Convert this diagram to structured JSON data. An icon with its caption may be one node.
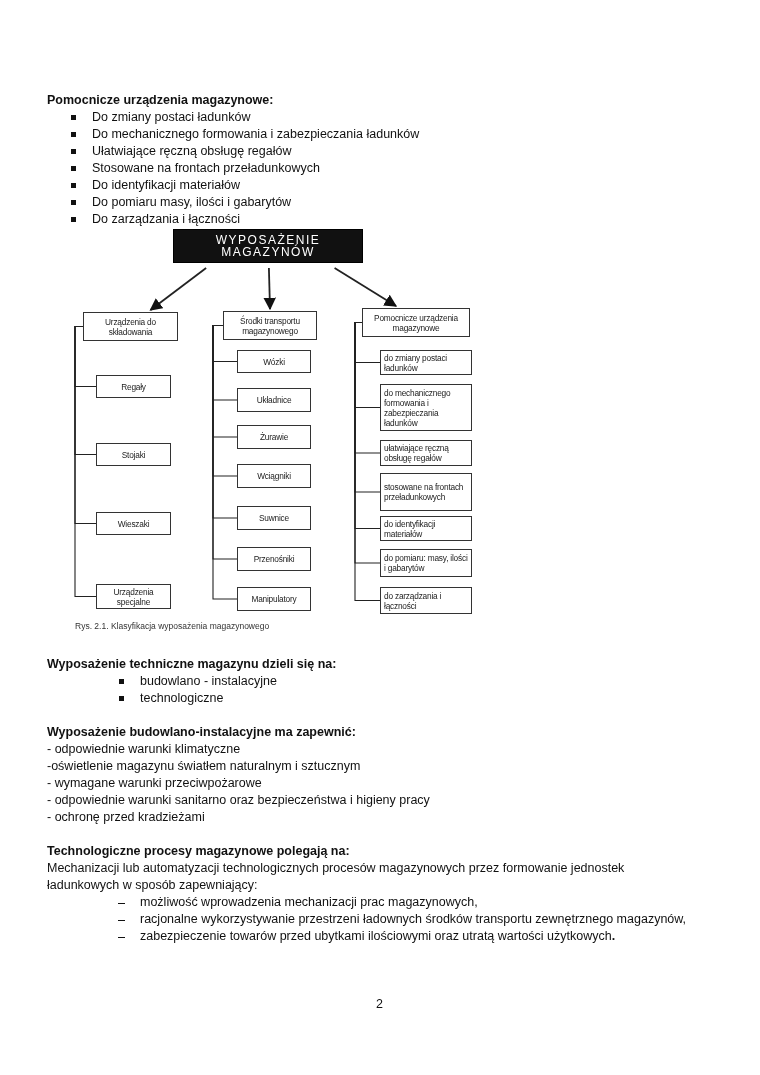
{
  "diagram": {
    "caption": "Rys. 2.1. Klasyfikacja wyposażenia magazynowego",
    "nodes": [
      {
        "text": [
          "WYPOSAŻENIE MAGAZYNÓW"
        ]
      },
      {
        "text": [
          "Urządzenia do składowania"
        ]
      },
      {
        "text": [
          "Regały"
        ]
      },
      {
        "text": [
          "Stojaki"
        ]
      },
      {
        "text": [
          "Wieszaki"
        ]
      },
      {
        "text": [
          "Urządzenia specjalne"
        ]
      },
      {
        "text": [
          "Środki transportu magazynowego"
        ]
      },
      {
        "text": [
          "Wózki"
        ]
      },
      {
        "text": [
          "Układnice"
        ]
      },
      {
        "text": [
          "Żurawie"
        ]
      },
      {
        "text": [
          "Wciągniki"
        ]
      },
      {
        "text": [
          "Suwnice"
        ]
      },
      {
        "text": [
          "Przenośniki"
        ]
      },
      {
        "text": [
          "Manipulatory"
        ]
      },
      {
        "text": [
          "Pomocnicze urządzenia magazynowe"
        ]
      },
      {
        "text": [
          "do zmiany postaci ładunków"
        ]
      },
      {
        "text": [
          "do mechanicznego formowania i zabezpieczania ładunków"
        ]
      },
      {
        "text": [
          "ułatwiające ręczną obsługę regałów"
        ]
      },
      {
        "text": [
          "stosowane na frontach przeładunkowych"
        ]
      },
      {
        "text": [
          "do identyfikacji materiałów"
        ]
      },
      {
        "text": [
          "do pomiaru: masy, ilości i gabarytów"
        ]
      },
      {
        "text": [
          "do zarządzania i łączności"
        ]
      }
    ],
    "edges": [
      {
        "from": 0,
        "to": 1,
        "arrow": "to"
      },
      {
        "from": 0,
        "to": 6,
        "arrow": "to"
      },
      {
        "from": 0,
        "to": 14,
        "arrow": "to"
      },
      {
        "from": 1,
        "to": 2,
        "arrow": "none"
      },
      {
        "from": 1,
        "to": 3,
        "arrow": "none"
      },
      {
        "from": 1,
        "to": 4,
        "arrow": "none"
      },
      {
        "from": 1,
        "to": 5,
        "arrow": "none"
      },
      {
        "from": 6,
        "to": 7,
        "arrow": "none"
      },
      {
        "from": 6,
        "to": 8,
        "arrow": "none"
      },
      {
        "from": 6,
        "to": 9,
        "arrow": "none"
      },
      {
        "from": 6,
        "to": 10,
        "arrow": "none"
      },
      {
        "from": 6,
        "to": 11,
        "arrow": "none"
      },
      {
        "from": 6,
        "to": 12,
        "arrow": "none"
      },
      {
        "from": 6,
        "to": 13,
        "arrow": "none"
      },
      {
        "from": 14,
        "to": 15,
        "arrow": "none"
      },
      {
        "from": 14,
        "to": 16,
        "arrow": "none"
      },
      {
        "from": 14,
        "to": 17,
        "arrow": "none"
      },
      {
        "from": 14,
        "to": 18,
        "arrow": "none"
      },
      {
        "from": 14,
        "to": 19,
        "arrow": "none"
      },
      {
        "from": 14,
        "to": 20,
        "arrow": "none"
      },
      {
        "from": 14,
        "to": 21,
        "arrow": "none"
      }
    ],
    "labels": [
      "Pomocnicze urządzenia magazynowe:",
      "Do zmiany postaci ładunków",
      "Do mechanicznego formowania i zabezpieczania ładunków",
      "Ułatwiające ręczną obsługę regałów",
      "Stosowane na frontach przeładunkowych",
      "Do identyfikacji materiałów",
      "Do pomiaru masy, ilości i gabarytów",
      "Do zarządzania i łączności",
      "Wyposażenie techniczne magazynu dzieli się na:",
      "budowlano - instalacyjne",
      "technologiczne",
      "Wyposażenie budowlano-instalacyjne ma zapewnić:",
      "- odpowiednie warunki klimatyczne",
      "-oświetlenie magazynu światłem naturalnym i sztucznym",
      "- wymagane warunki przeciwpożarowe",
      "- odpowiednie warunki sanitarno oraz bezpieczeństwa i higieny pracy",
      "- ochronę przed kradzieżami",
      "Technologiczne procesy magazynowe polegają na:",
      "Mechanizacji lub automatyzacji technologicznych procesów magazynowych przez formowanie jednostek ładunkowych w sposób zapewniający:",
      "możliwość wprowadzenia mechanizacji prac magazynowych,",
      "racjonalne wykorzystywanie przestrzeni ładownych środków transportu zewnętrznego magazynów,",
      "zabezpieczenie towarów przed ubytkami ilościowymi oraz utratą wartości użytkowych**.**",
      "2"
    ]
  }
}
